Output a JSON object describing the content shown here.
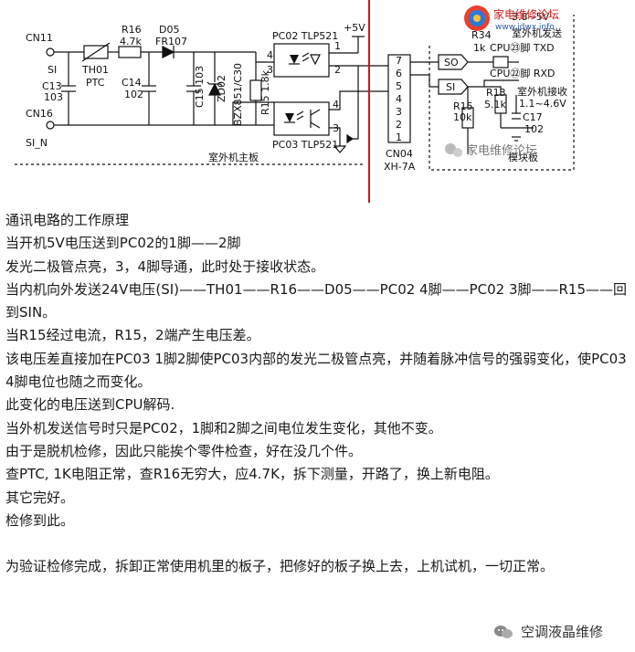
{
  "watermark": {
    "site_name": "家电维修论坛",
    "site_url": "www.jdwx.info",
    "brand_mid": "家电维修论坛",
    "brand_footer": "空调液晶维修"
  },
  "schematic": {
    "labels": {
      "cn11": "CN11",
      "si_left": "SI",
      "c13": "C13",
      "c13_val": "103",
      "cn16": "CN16",
      "sin_left": "SI_N",
      "th01": "TH01",
      "ptc": "PTC",
      "r16": "R16",
      "r16_val": "4.7k",
      "d05": "D05",
      "d05_val": "FR107",
      "c14": "C14",
      "c14_val": "102",
      "c15": "C15 103",
      "zd02": "ZD02",
      "bzx": "BZX851/C30",
      "r15": "R15 1.8k",
      "pc02": "PC02 TLP521",
      "pc03": "PC03 TLP521",
      "plus5v": "+5V",
      "pin1": "1",
      "pin2": "2",
      "pin3": "3",
      "pin4": "4",
      "pc03_pin3": "3",
      "pc03_pin4": "4",
      "board_main": "室外机主板",
      "cn04": "CN04",
      "xh7a": "XH-7A",
      "conn_pins": [
        "7",
        "6",
        "5",
        "4",
        "3",
        "2",
        "1"
      ],
      "so": "SO",
      "si_right": "SI",
      "r34": "R34",
      "r34_val": "1k",
      "txd": "CPU㉓脚 TXD",
      "rxd": "CPU㉒脚 RXD",
      "top_right": "3.8~5V",
      "send_label": "室外机发送",
      "recv_label": "室外机接收",
      "recv_range": "1.1~4.6V",
      "r13": "R13",
      "r13_val": "5.1k",
      "r15b": "R15",
      "r15b_val": "10k",
      "c17": "C17",
      "c17_val": "102",
      "module_board": "模块板"
    }
  },
  "article": {
    "lines": [
      "通讯电路的工作原理",
      "当开机5V电压送到PC02的1脚——2脚",
      "发光二极管点亮，3，4脚导通，此时处于接收状态。",
      "当内机向外发送24V电压(SI)——TH01——R16——D05——PC02 4脚——PC02 3脚——R15——回到SIN。",
      "当R15经过电流，R15，2端产生电压差。",
      "该电压差直接加在PC03 1脚2脚使PC03内部的发光二极管点亮，并随着脉冲信号的强弱变化，使PC03  4脚电位也随之而变化。",
      "此变化的电压送到CPU解码.",
      "当外机发送信号时只是PC02，1脚和2脚之间电位发生变化，其他不变。",
      "由于是脱机检修，因此只能挨个零件检查，好在没几个件。",
      "查PTC, 1K电阻正常，查R16无穷大，应4.7K，拆下测量，开路了，换上新电阻。",
      "其它完好。",
      "检修到此。",
      "",
      "为验证检修完成，拆卸正常使用机里的板子，把修好的板子换上去，上机试机，一切正常。"
    ]
  }
}
